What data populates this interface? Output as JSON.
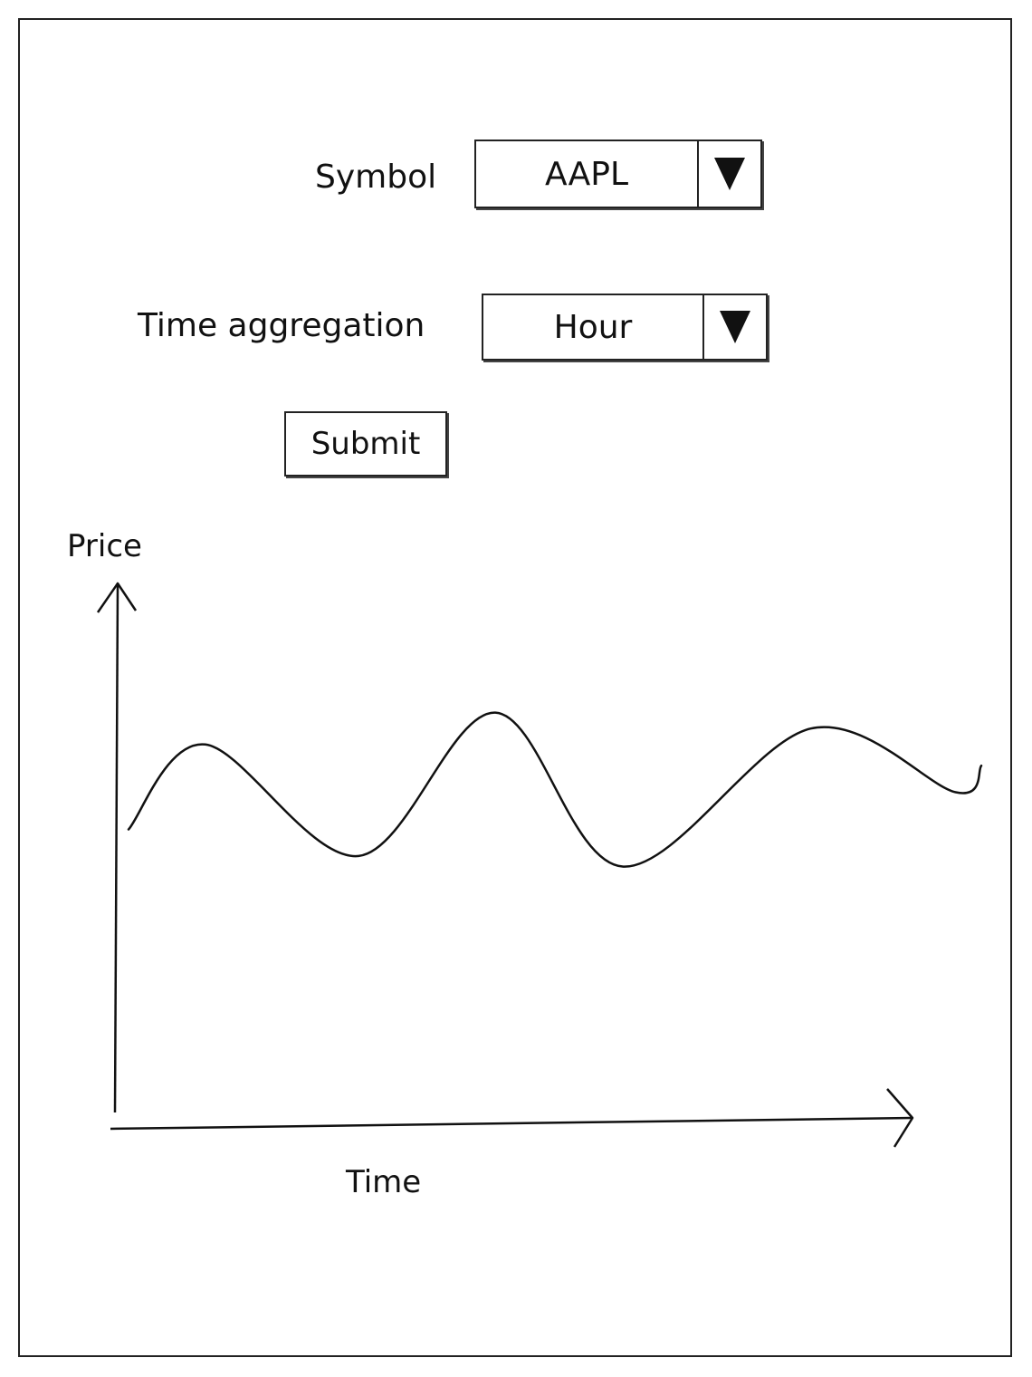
{
  "form": {
    "symbol_label": "Symbol",
    "symbol_value": "AAPL",
    "time_label": "Time aggregation",
    "time_value": "Hour",
    "submit_label": "Submit"
  },
  "icons": {
    "dropdown": "triangle-down-icon"
  },
  "chart_data": {
    "type": "line",
    "title": "",
    "xlabel": "Time",
    "ylabel": "Price",
    "grid": false,
    "series": [
      {
        "x": [
          0,
          0.09,
          0.27,
          0.43,
          0.58,
          0.8,
          0.97,
          1.0
        ],
        "values": [
          0.54,
          0.7,
          0.49,
          0.76,
          0.47,
          0.73,
          0.61,
          0.66
        ]
      }
    ]
  }
}
